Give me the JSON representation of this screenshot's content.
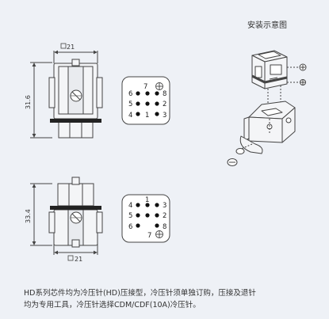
{
  "install_title": "安装示意图",
  "dimensions": {
    "top_width": "21",
    "top_height": "31.6",
    "bottom_width": "21",
    "bottom_height": "33.4"
  },
  "top_pin_layout": [
    {
      "label": "7"
    },
    {
      "label": "6"
    },
    {
      "label": "8"
    },
    {
      "label": "5"
    },
    {
      "label": "2"
    },
    {
      "label": "4"
    },
    {
      "label": "1"
    },
    {
      "label": "3"
    }
  ],
  "bottom_pin_layout": [
    {
      "label": "4"
    },
    {
      "label": "1"
    },
    {
      "label": "3"
    },
    {
      "label": "5"
    },
    {
      "label": "2"
    },
    {
      "label": "6"
    },
    {
      "label": "8"
    },
    {
      "label": "7"
    }
  ],
  "caption": {
    "line1": "HD系列芯件均为冷压针(HD)压接型，冷压针须单独订购，压接及退针",
    "line2": "均为专用工具，冷压针选择CDM/CDF(10A)冷压针。"
  },
  "colors": {
    "background": "#eef1f6",
    "line": "#444444",
    "band": "#222222",
    "body_fill": "#f4f5f7"
  }
}
